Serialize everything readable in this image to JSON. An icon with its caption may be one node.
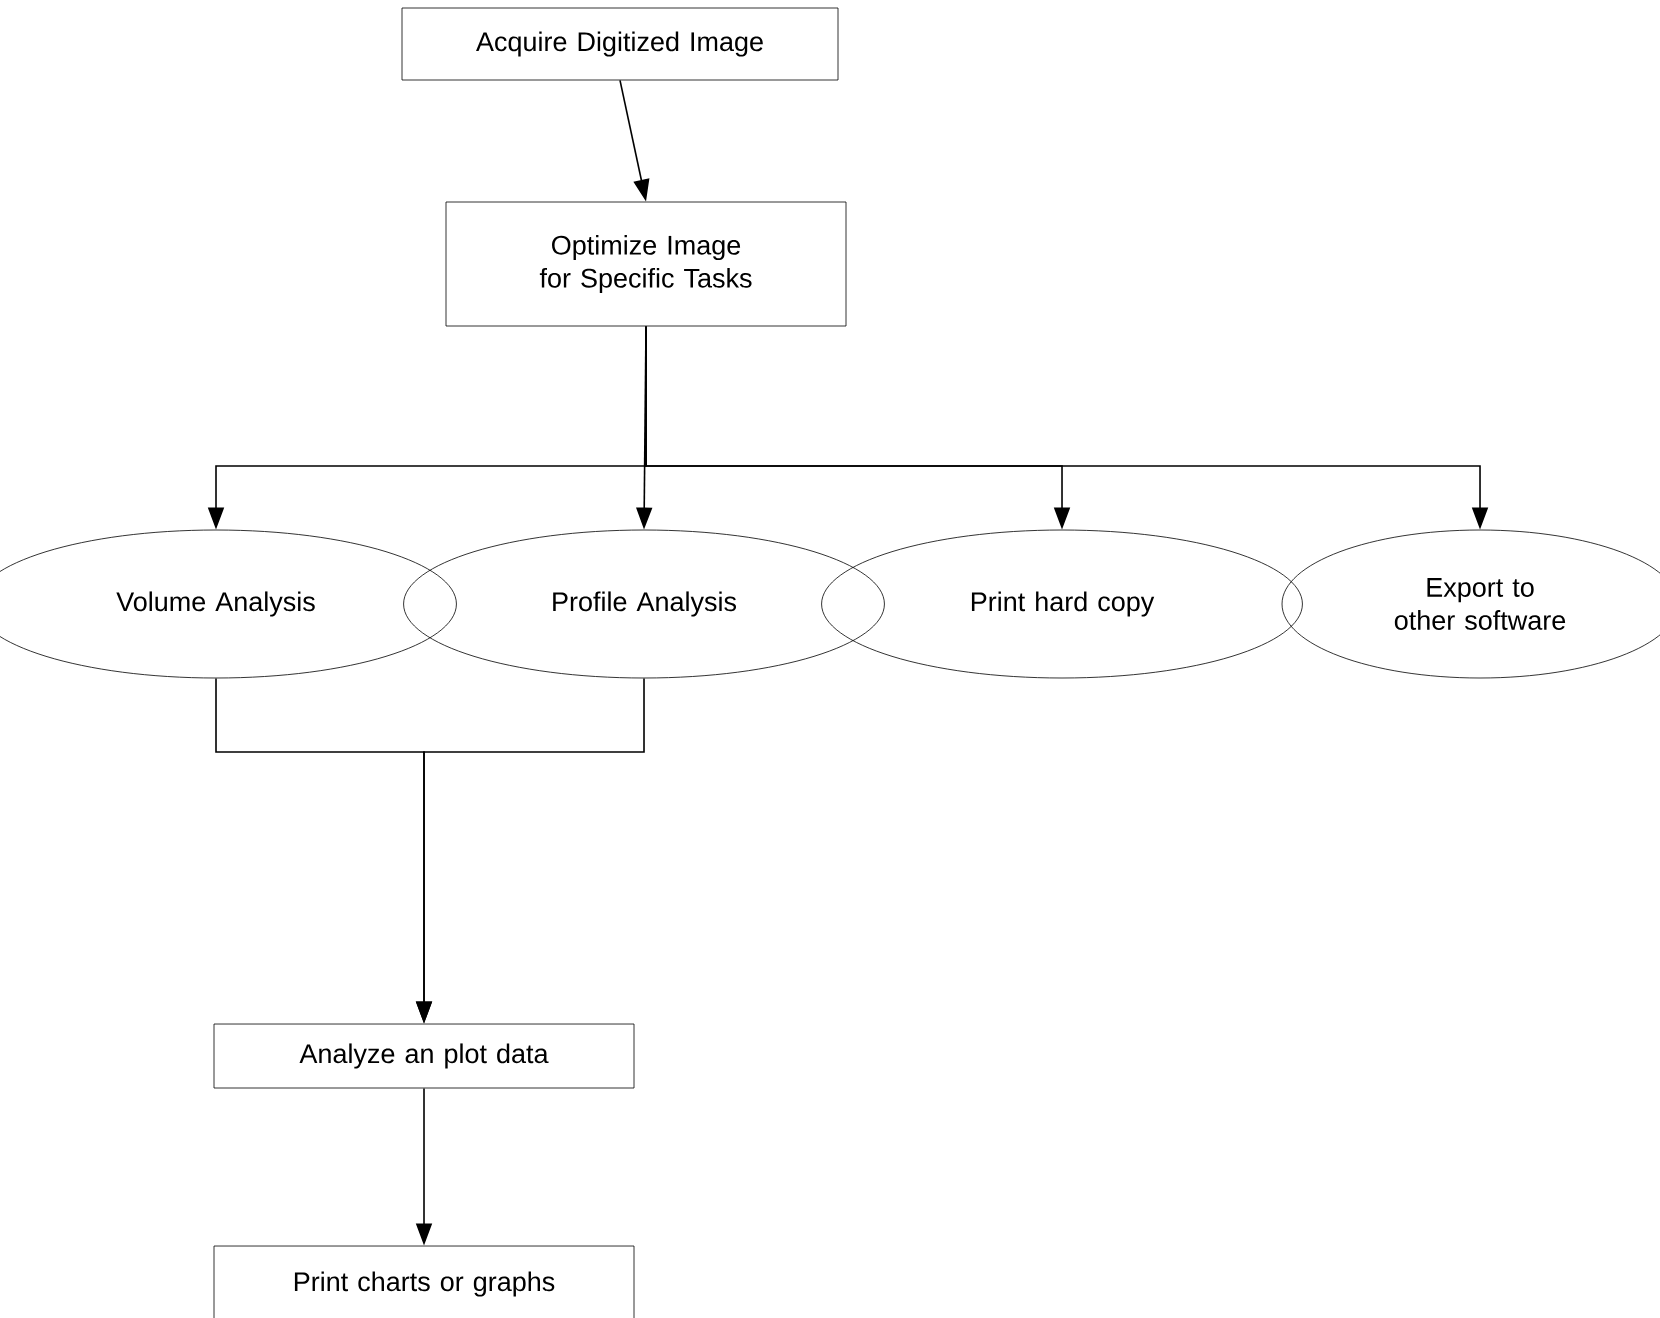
{
  "diagram": {
    "nodes": [
      {
        "text": [
          "Acquire Digitized Image"
        ]
      },
      {
        "text": [
          "Optimize Image for Specific Tasks"
        ]
      },
      {
        "text": [
          "Volume Analysis"
        ]
      },
      {
        "text": [
          "Profile Analysis"
        ]
      },
      {
        "text": [
          "Print hard copy"
        ]
      },
      {
        "text": [
          "Export to other software"
        ]
      },
      {
        "text": [
          "Analyze an plot data"
        ]
      },
      {
        "text": [
          "Print charts or graphs"
        ]
      }
    ],
    "edges": [
      {
        "from": 0,
        "to": 1,
        "arrow": "to"
      },
      {
        "from": 1,
        "to": 2,
        "arrow": "to"
      },
      {
        "from": 1,
        "to": 3,
        "arrow": "to"
      },
      {
        "from": 1,
        "to": 4,
        "arrow": "to"
      },
      {
        "from": 1,
        "to": 5,
        "arrow": "to"
      },
      {
        "from": 2,
        "to": 6,
        "arrow": "to"
      },
      {
        "from": 3,
        "to": 6,
        "arrow": "to"
      },
      {
        "from": 6,
        "to": 7,
        "arrow": "to"
      }
    ]
  }
}
